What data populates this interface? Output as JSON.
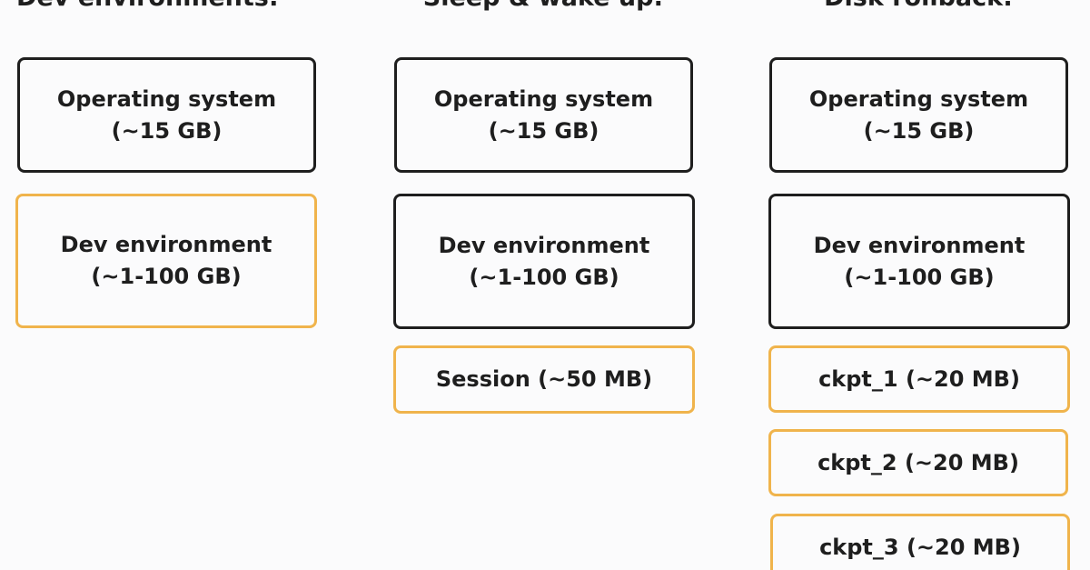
{
  "columns": [
    {
      "title": "Dev environments:",
      "boxes": [
        {
          "line1": "Operating system",
          "line2": "(~15 GB)",
          "accent": "dark"
        },
        {
          "line1": "Dev environment",
          "line2": "(~1-100 GB)",
          "accent": "orange"
        }
      ]
    },
    {
      "title": "Sleep & wake up:",
      "boxes": [
        {
          "line1": "Operating system",
          "line2": "(~15 GB)",
          "accent": "dark"
        },
        {
          "line1": "Dev environment",
          "line2": "(~1-100 GB)",
          "accent": "dark"
        },
        {
          "line1": "Session (~50 MB)",
          "accent": "orange"
        }
      ]
    },
    {
      "title": "Disk rollback:",
      "boxes": [
        {
          "line1": "Operating system",
          "line2": "(~15 GB)",
          "accent": "dark"
        },
        {
          "line1": "Dev environment",
          "line2": "(~1-100 GB)",
          "accent": "dark"
        },
        {
          "line1": "ckpt_1 (~20 MB)",
          "accent": "orange"
        },
        {
          "line1": "ckpt_2 (~20 MB)",
          "accent": "orange"
        },
        {
          "line1": "ckpt_3 (~20 MB)",
          "accent": "orange"
        }
      ]
    }
  ],
  "colors": {
    "stroke_dark": "#1e1e1e",
    "stroke_orange": "#f0b44c",
    "background": "#fbfbfc"
  }
}
